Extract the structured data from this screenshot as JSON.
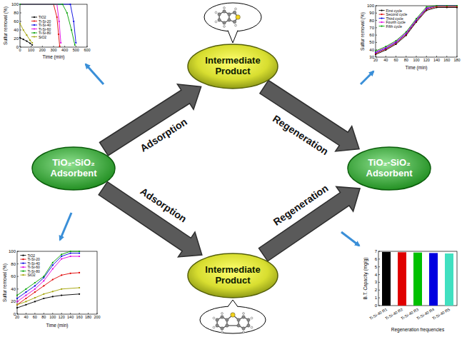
{
  "diagram": {
    "nodes": [
      {
        "text": [
          "TiO₂-SiO₂ Adsorbent"
        ]
      },
      {
        "text": [
          "Intermediate Product"
        ]
      },
      {
        "text": [
          "TiO₂-SiO₂ Adsorbent"
        ]
      },
      {
        "text": [
          "Intermediate Product"
        ]
      }
    ],
    "edges": [
      {
        "from": 0,
        "to": 1,
        "arrow": "to",
        "label": "Adsorption"
      },
      {
        "from": 1,
        "to": 2,
        "arrow": "to",
        "label": "Regeneration"
      },
      {
        "from": 0,
        "to": 3,
        "arrow": "to",
        "label": "Adsorption"
      },
      {
        "from": 3,
        "to": 2,
        "arrow": "to",
        "label": "Regeneration"
      }
    ],
    "labels": [
      "100",
      "80",
      "60",
      "40",
      "20",
      "0",
      "0",
      "100",
      "200",
      "300",
      "400",
      "500",
      "600",
      "Sulfur removal (%)",
      "Time (min)",
      "TiO2",
      "Ti-Si-20",
      "Ti-Si-40",
      "Ti-Si-60",
      "Ti-Si-80",
      "SiO2",
      "100",
      "90",
      "80",
      "70",
      "60",
      "50",
      "40",
      "30",
      "20",
      "40",
      "60",
      "80",
      "100",
      "120",
      "140",
      "160",
      "180",
      "Sulfur removal (%)",
      "Time (min)",
      "First cycle",
      "Second cycle",
      "Third cycle",
      "Fourth cycle",
      "Fifth cycle",
      "100",
      "80",
      "60",
      "40",
      "20",
      "0",
      "20",
      "40",
      "60",
      "80",
      "100",
      "120",
      "140",
      "160",
      "180",
      "200",
      "Sulfur removal (%)",
      "Time (min)",
      "TiO2",
      "Ti-Si-20",
      "Ti-Si-40",
      "Ti-Si-60",
      "Ti-Si-80",
      "SiO2",
      "7",
      "6",
      "5",
      "4",
      "3",
      "2",
      "1",
      "0",
      "Ti-Si-40 R1",
      "Ti-Si-40 R2",
      "Ti-Si-40 R3",
      "Ti-Si-40 R4",
      "Ti-Si-40 R5",
      "B.T. Capacity (mg/g)",
      "Regeneration frequencies"
    ]
  }
}
